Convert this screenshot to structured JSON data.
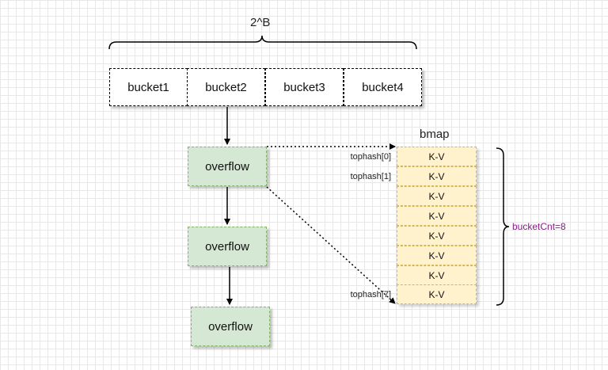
{
  "diagram": {
    "top_brace_label": "2^B",
    "buckets": [
      {
        "label": "bucket1"
      },
      {
        "label": "bucket2"
      },
      {
        "label": "bucket3"
      },
      {
        "label": "bucket4"
      }
    ],
    "overflows": [
      {
        "label": "overflow"
      },
      {
        "label": "overflow"
      },
      {
        "label": "overflow"
      }
    ],
    "bmap_title": "bmap",
    "tophash_labels": [
      "tophash[0]",
      "tophash[1]",
      "tophash[7]"
    ],
    "kv_cells": [
      "K-V",
      "K-V",
      "K-V",
      "K-V",
      "K-V",
      "K-V",
      "K-V",
      "K-V"
    ],
    "right_brace_label": "bucketCnt=8",
    "colors": {
      "overflow_fill": "#d5e8d4",
      "overflow_border": "#82b366",
      "kv_fill": "#fff2cc",
      "kv_border": "#d6b656",
      "bucketcnt_text": "#8e1a8e"
    }
  }
}
